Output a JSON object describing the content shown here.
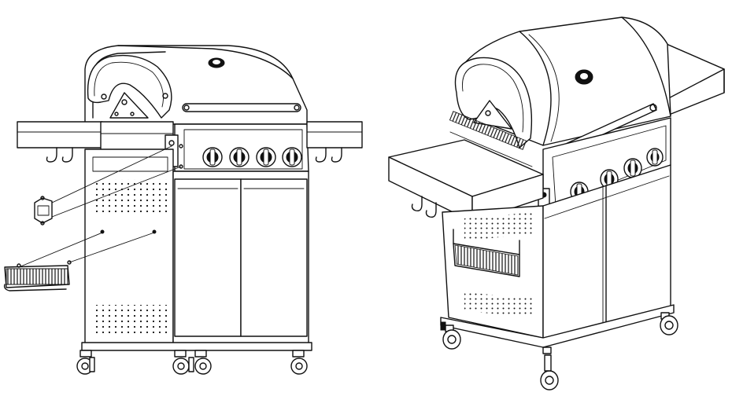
{
  "figure": {
    "panels": [
      {
        "name": "exploded-front-view",
        "parts": [
          "hood",
          "control-panel",
          "side-shelf-left",
          "side-shelf-right",
          "cabinet-doors",
          "hooks",
          "bracket",
          "basket",
          "casters"
        ]
      },
      {
        "name": "assembled-perspective-view",
        "parts": [
          "hood",
          "control-panel",
          "side-shelf-left",
          "side-shelf-right",
          "cabinet-doors",
          "hooks",
          "basket",
          "casters"
        ]
      }
    ],
    "colors": {
      "line": "#111111",
      "background": "#ffffff"
    }
  }
}
